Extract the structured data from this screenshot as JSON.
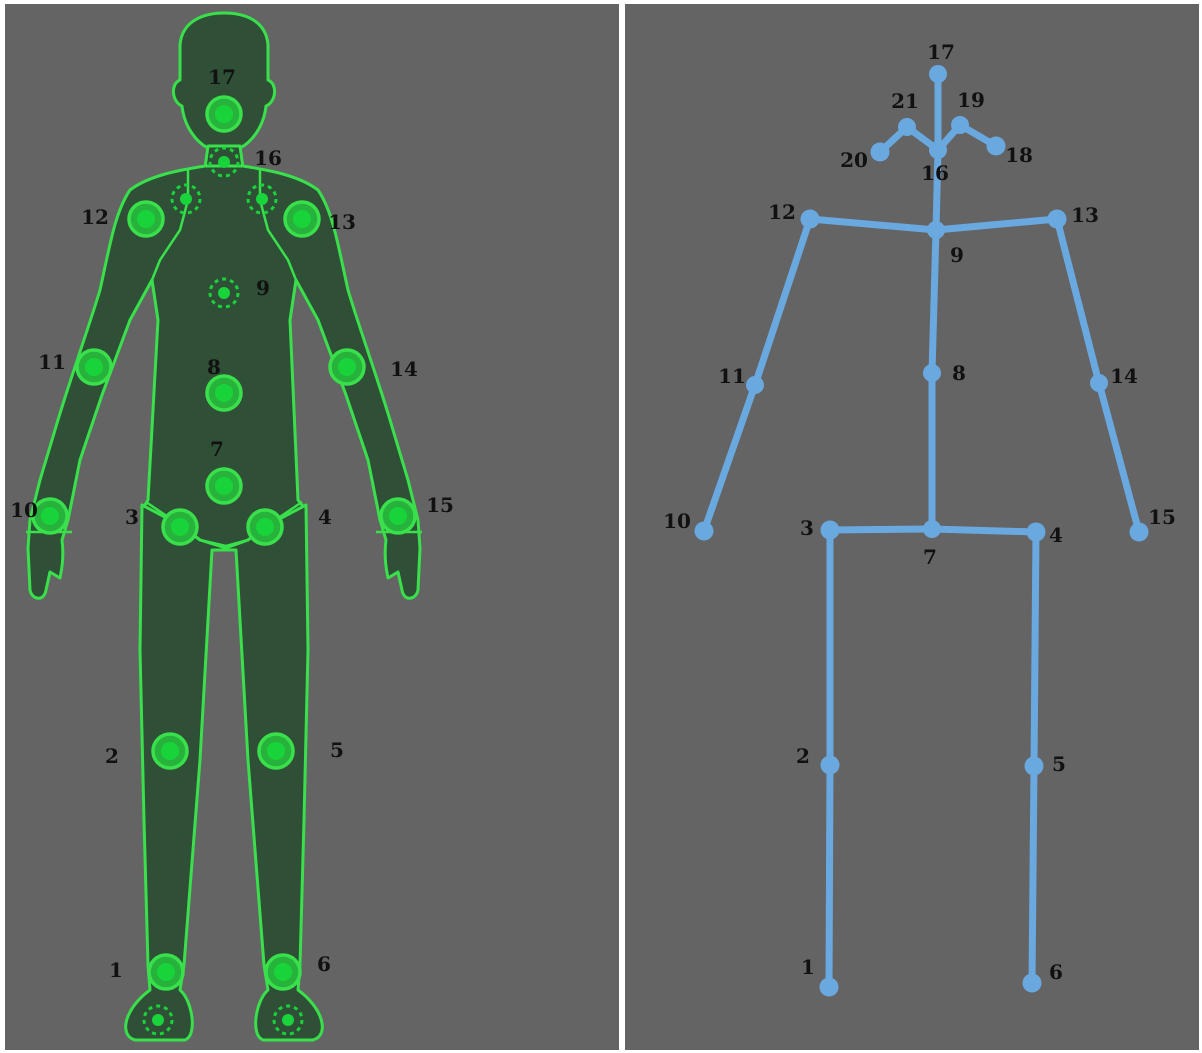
{
  "colors": {
    "panel_background": "#646464",
    "border": "#f0f0f0",
    "body_fill": "#2f4f36",
    "body_outline": "#39e04b",
    "joint_green": "#19d33a",
    "skeleton_blue": "#6aa8e0",
    "label": "#111111"
  },
  "left_panel": {
    "labels": [
      "1",
      "2",
      "3",
      "4",
      "5",
      "6",
      "7",
      "8",
      "9",
      "10",
      "11",
      "12",
      "13",
      "14",
      "15",
      "16",
      "17"
    ],
    "dashed_joints": [
      "9",
      "16"
    ]
  },
  "right_panel": {
    "joints": [
      "1",
      "2",
      "3",
      "4",
      "5",
      "6",
      "7",
      "8",
      "9",
      "10",
      "11",
      "12",
      "13",
      "14",
      "15",
      "16",
      "17",
      "18",
      "19",
      "20",
      "21"
    ],
    "connections": [
      [
        "1",
        "2"
      ],
      [
        "2",
        "3"
      ],
      [
        "3",
        "7"
      ],
      [
        "7",
        "4"
      ],
      [
        "4",
        "5"
      ],
      [
        "5",
        "6"
      ],
      [
        "7",
        "8"
      ],
      [
        "8",
        "9"
      ],
      [
        "9",
        "16"
      ],
      [
        "16",
        "17"
      ],
      [
        "9",
        "12"
      ],
      [
        "12",
        "11"
      ],
      [
        "11",
        "10"
      ],
      [
        "9",
        "13"
      ],
      [
        "13",
        "14"
      ],
      [
        "14",
        "15"
      ],
      [
        "16",
        "21"
      ],
      [
        "21",
        "20"
      ],
      [
        "16",
        "19"
      ],
      [
        "19",
        "18"
      ]
    ]
  }
}
